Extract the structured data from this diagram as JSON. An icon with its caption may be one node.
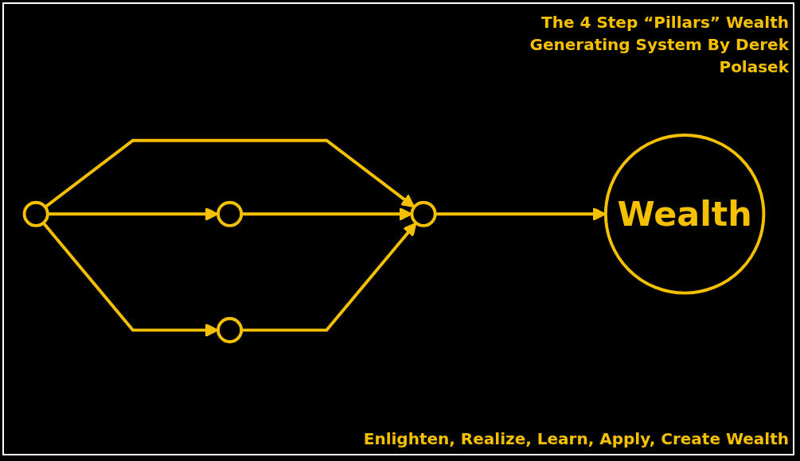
{
  "diagram": {
    "title": "The 4 Step “Pillars” Wealth Generating System By Derek Polasek",
    "caption": "Enlighten, Realize, Learn, Apply, Create Wealth",
    "nodes": [
      {
        "text": [],
        "shape": "circle"
      },
      {
        "text": [],
        "shape": "circle"
      },
      {
        "text": [],
        "shape": "circle"
      },
      {
        "text": [],
        "shape": "circle"
      },
      {
        "text": [
          "Wealth"
        ]
      }
    ],
    "edges": [
      {
        "from": 0,
        "to": 1,
        "arrow": "to"
      },
      {
        "from": 0,
        "to": 3,
        "arrow": "to"
      },
      {
        "from": 0,
        "to": 2,
        "arrow": "to"
      },
      {
        "from": 1,
        "to": 3,
        "arrow": "to"
      },
      {
        "from": 2,
        "to": 3,
        "arrow": "to"
      },
      {
        "from": 3,
        "to": 4,
        "arrow": "to"
      }
    ]
  }
}
